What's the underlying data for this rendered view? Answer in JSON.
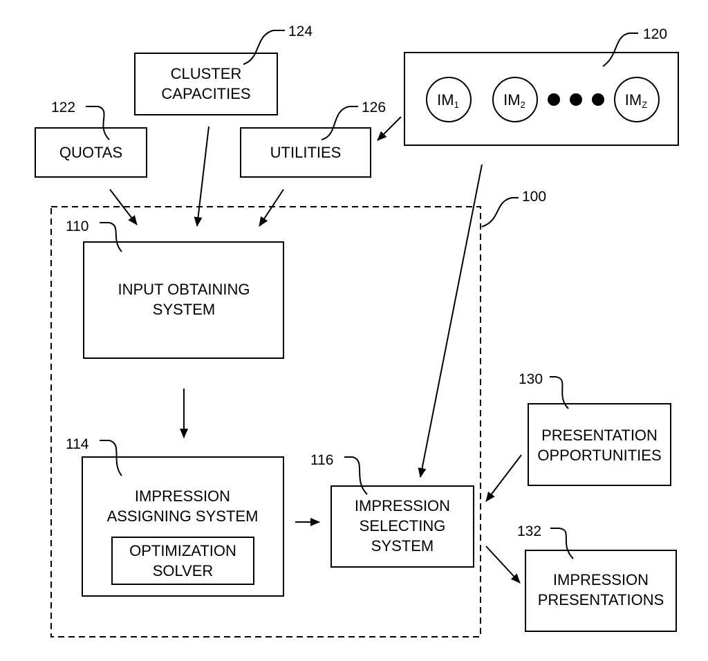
{
  "boxes": {
    "quotas": {
      "lines": [
        "QUOTAS"
      ],
      "ref": "122"
    },
    "cluster_capacities": {
      "lines": [
        "CLUSTER",
        "CAPACITIES"
      ],
      "ref": "124"
    },
    "utilities": {
      "lines": [
        "UTILITIES"
      ],
      "ref": "126"
    },
    "impression_mechanisms": {
      "ref": "120"
    },
    "input_obtaining": {
      "lines": [
        "INPUT OBTAINING",
        "SYSTEM"
      ],
      "ref": "110"
    },
    "impression_assigning": {
      "lines": [
        "IMPRESSION",
        "ASSIGNING SYSTEM"
      ],
      "ref": "114"
    },
    "optimization_solver": {
      "lines": [
        "OPTIMIZATION",
        "SOLVER"
      ]
    },
    "impression_selecting": {
      "lines": [
        "IMPRESSION",
        "SELECTING",
        "SYSTEM"
      ],
      "ref": "116"
    },
    "presentation_opportunities": {
      "lines": [
        "PRESENTATION",
        "OPPORTUNITIES"
      ],
      "ref": "130"
    },
    "impression_presentations": {
      "lines": [
        "IMPRESSION",
        "PRESENTATIONS"
      ],
      "ref": "132"
    }
  },
  "system_boundary": {
    "ref": "100"
  },
  "mechanisms": [
    {
      "base": "IM",
      "sub": "1"
    },
    {
      "base": "IM",
      "sub": "2"
    },
    {
      "base": "IM",
      "sub": "Z"
    }
  ]
}
